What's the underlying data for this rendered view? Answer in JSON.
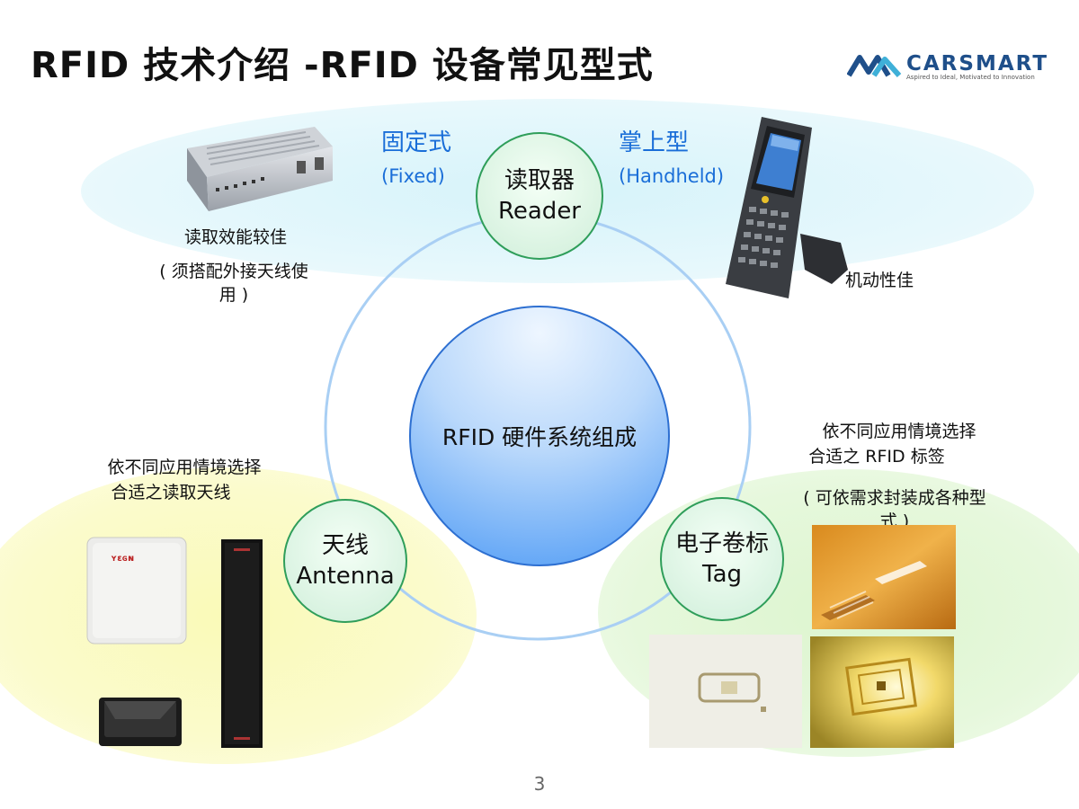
{
  "title": "RFID 技术介绍 -RFID 设备常见型式",
  "logo": {
    "name": "CARSMART",
    "tagline": "Aspired to Ideal, Motivated to Innovation",
    "color": "#1f4f8a"
  },
  "center": {
    "label": "RFID 硬件系统组成"
  },
  "reader": {
    "label_cn": "读取器",
    "label_en": "Reader",
    "fixed": {
      "label_cn": "固定式",
      "label_en": "(Fixed)",
      "note1": "读取效能较佳",
      "note2": "( 须搭配外接天线使",
      "note3": "用 )"
    },
    "handheld": {
      "label_cn": "掌上型",
      "label_en": "(Handheld)",
      "note": "机动性佳"
    }
  },
  "antenna": {
    "label_cn": "天线",
    "label_en": "Antenna",
    "note1": "依不同应用情境选择",
    "note2": "合适之读取天线"
  },
  "tag": {
    "label_cn": "电子卷标",
    "label_en": "Tag",
    "note1": "依不同应用情境选择",
    "note2": "合适之 RFID 标签",
    "note3": "( 可依需求封装成各种型",
    "note4": "式 )"
  },
  "page_number": "3",
  "colors": {
    "accent_blue": "#1a6ed8",
    "node_border": "#2f9e5a",
    "reader_band": "#dff6fb",
    "antenna_band": "#fbfbc8",
    "tag_band": "#e6f8dc"
  }
}
